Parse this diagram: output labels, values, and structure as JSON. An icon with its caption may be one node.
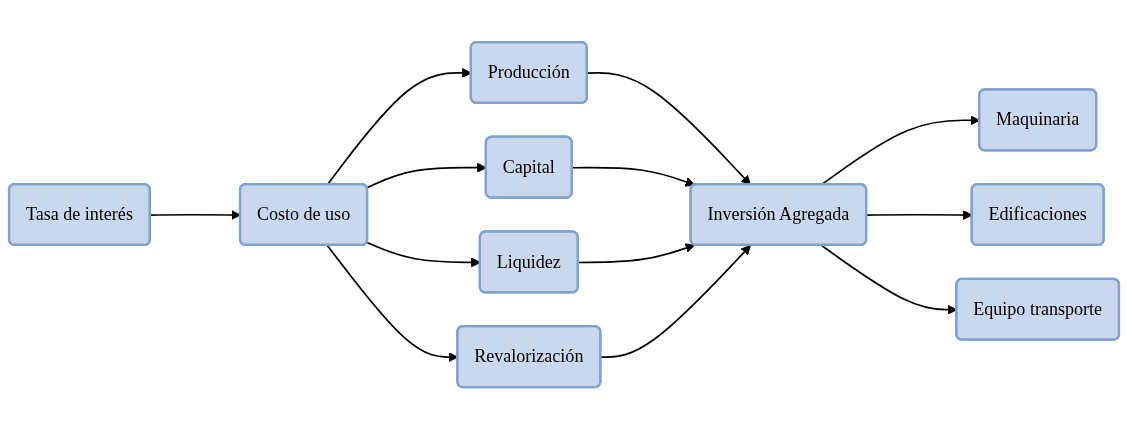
{
  "diagram": {
    "nodes": [
      {
        "text": [
          "Tasa de interés"
        ]
      },
      {
        "text": [
          "Costo de uso"
        ]
      },
      {
        "text": [
          "Producción"
        ]
      },
      {
        "text": [
          "Capital"
        ]
      },
      {
        "text": [
          "Liquidez"
        ]
      },
      {
        "text": [
          "Revalorización"
        ]
      },
      {
        "text": [
          "Inversión Agregada"
        ]
      },
      {
        "text": [
          "Maquinaria"
        ]
      },
      {
        "text": [
          "Edificaciones"
        ]
      },
      {
        "text": [
          "Equipo transporte"
        ]
      }
    ],
    "edges": [
      {
        "from": 0,
        "to": 1,
        "arrow": "to"
      },
      {
        "from": 1,
        "to": 2,
        "arrow": "to"
      },
      {
        "from": 1,
        "to": 3,
        "arrow": "to"
      },
      {
        "from": 1,
        "to": 4,
        "arrow": "to"
      },
      {
        "from": 1,
        "to": 5,
        "arrow": "to"
      },
      {
        "from": 2,
        "to": 6,
        "arrow": "to"
      },
      {
        "from": 3,
        "to": 6,
        "arrow": "to"
      },
      {
        "from": 4,
        "to": 6,
        "arrow": "to"
      },
      {
        "from": 5,
        "to": 6,
        "arrow": "to"
      },
      {
        "from": 6,
        "to": 7,
        "arrow": "to"
      },
      {
        "from": 6,
        "to": 8,
        "arrow": "to"
      },
      {
        "from": 6,
        "to": 9,
        "arrow": "to"
      }
    ]
  }
}
